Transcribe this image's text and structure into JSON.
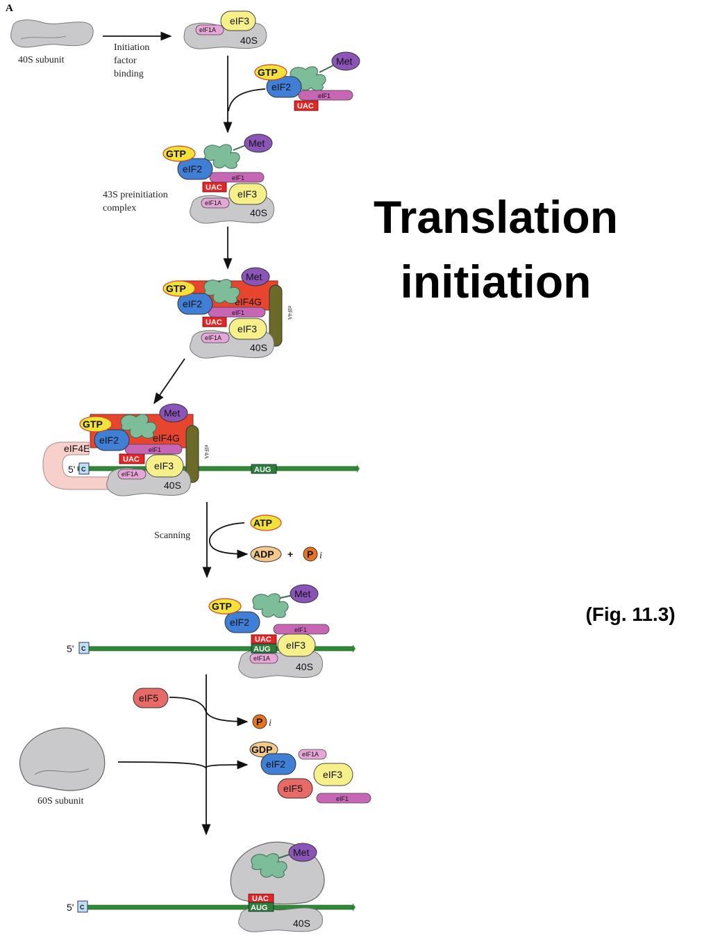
{
  "panel_letter": "A",
  "title_line1": "Translation",
  "title_line2": "initiation",
  "figure_ref": "(Fig. 11.3)",
  "labels": {
    "subunit_40s": "40S subunit",
    "initiation_line1": "Initiation",
    "initiation_line2": "factor",
    "initiation_line3": "binding",
    "preinit_line1": "43S preinitiation",
    "preinit_line2": "complex",
    "scanning": "Scanning",
    "subunit_60s": "60S subunit",
    "plus": "+"
  },
  "factors": {
    "eif3": "eIF3",
    "eif1a": "eIF1A",
    "eif1": "eIF1",
    "eif2": "eIF2",
    "eif4g": "eIF4G",
    "eif4e": "eIF4E",
    "eif4a": "eIF4A",
    "eif5": "eIF5",
    "s40": "40S",
    "met": "Met",
    "gtp": "GTP",
    "gdp": "GDP",
    "atp": "ATP",
    "adp": "ADP",
    "pi_p": "P",
    "pi_i": "i",
    "uac": "UAC",
    "aug": "AUG",
    "five_prime": "5'",
    "cap": "C"
  },
  "colors": {
    "ribosome": "#c9c9cc",
    "eif3": "#f7f08a",
    "eif1a": "#e7a6d8",
    "eif1": "#c866b6",
    "eif2": "#3f7fd6",
    "eif4g": "#e8452f",
    "eif4e": "#f7d0cc",
    "eif4a": "#6b6a28",
    "eif5": "#e86a66",
    "met": "#8b55b8",
    "gtp": "#f4e23a",
    "gdp": "#f4c98a",
    "uac": "#e52626",
    "aug": "#2e7d3a",
    "mrna": "#2f8a36",
    "trna": "#7dbd9a",
    "pi": "#e8731e"
  }
}
